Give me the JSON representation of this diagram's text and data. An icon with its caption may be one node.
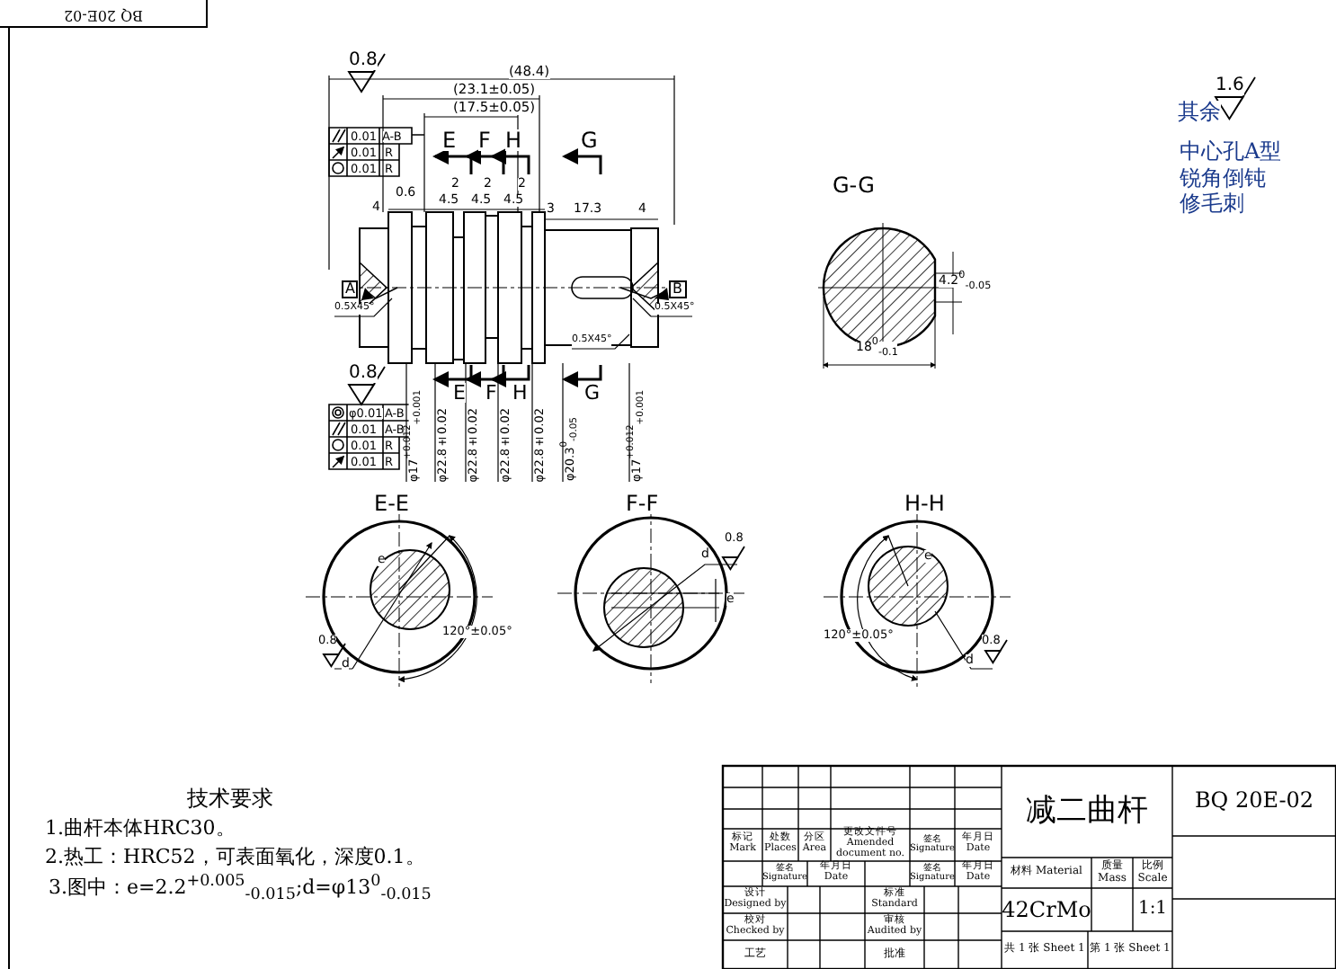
{
  "diagram": {
    "labels": [
      "0.8",
      "0.01",
      "A-B",
      "0.01",
      "R",
      "0.01",
      "R",
      "(48.4)",
      "(23.1±0.05)",
      "(17.5±0.05)",
      "E",
      "F",
      "H",
      "G",
      "2",
      "2",
      "2",
      "0.6",
      "4",
      "4.5",
      "4.5",
      "4.5",
      "3",
      "17.3",
      "4",
      "A",
      "B",
      "0.5X45°",
      "0.5X45°",
      "0.5X45°",
      "E",
      "F",
      "H",
      "G",
      "0.8",
      "φ0.01",
      "A-B",
      "0.01",
      "A-B",
      "0.01",
      "R",
      "0.01",
      "R",
      "φ17$^{+0.012}$$_{+0.001}$",
      "φ22.8±0.02",
      "φ22.8±0.02",
      "φ22.8±0.02",
      "φ22.8±0.02",
      "φ20.3$^{0}$$_{-0.05}$",
      "φ17$^{+0.012}$$_{+0.001}$",
      "G-G",
      "4.2$^{0}$$_{-0.05}$",
      "18$^{0}$$_{-0.1}$",
      "其余",
      "1.6",
      "中心孔A型",
      "锐角倒钝",
      "修毛刺",
      "E-E",
      "e",
      "0.8",
      "d",
      "120°±0.05°",
      "F-F",
      "0.8",
      "d",
      "e",
      "H-H",
      "e",
      "120°±0.05°",
      "0.8",
      "d",
      "技术要求",
      "1.曲杆本体HRC30。",
      "2.热工：HRC52，可表面氧化，深度0.1。",
      "3.图中：e=2.2$^{+0.005}$$_{-0.015}$;d=φ13$^{0}$$_{-0.015}$",
      "标记 Mark",
      "处数 Places",
      "分区 Area",
      "更改文件号 Amended document no.",
      "签名 Signature",
      "年月日 Date",
      "签名 Signature",
      "年月日 Date",
      "签名 Signature",
      "年月日 Date",
      "设计 Designed by",
      "标准 Standard",
      "校对 Checked by",
      "审核 Audited by",
      "工艺",
      "批准",
      "减二曲杆",
      "材料 Material",
      "质量 Mass",
      "比例 Scale",
      "42CrMo",
      "1:1",
      "共 1 张 Sheet 1",
      "第 1 张 Sheet 1",
      "BQ  20E-02",
      "BQ 20E-02"
    ]
  }
}
